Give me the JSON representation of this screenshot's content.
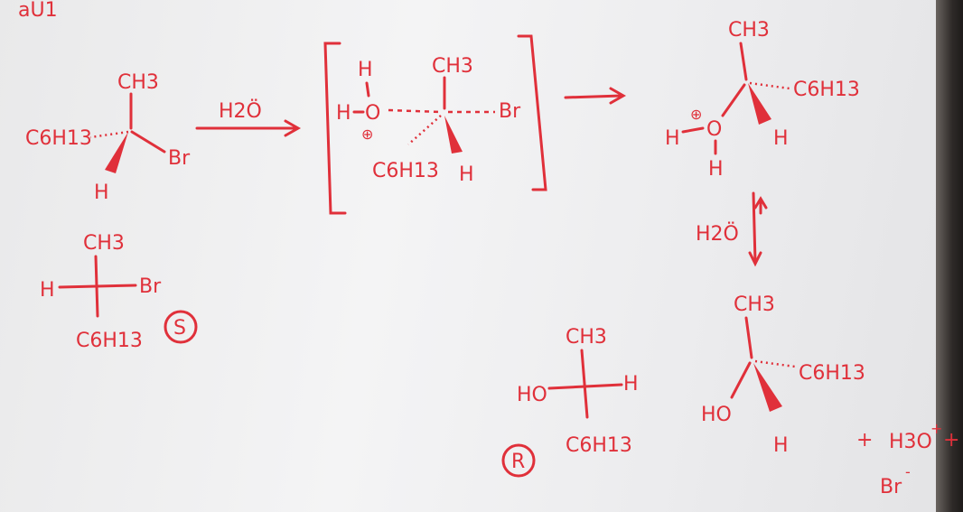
{
  "top_label": "aU1",
  "reactant": {
    "top": "CH3",
    "left": "C6H13",
    "right": "Br",
    "bottom": "H"
  },
  "reagent_arrow": {
    "label": "H2Ö"
  },
  "transition_state": {
    "top_h": "H",
    "left_h": "H",
    "oxygen": "O",
    "charge": "⊕",
    "top": "CH3",
    "right": "Br",
    "left_bottom": "C6H13",
    "bottom": "H"
  },
  "oxonium": {
    "top": "CH3",
    "right": "C6H13",
    "charge": "⊕",
    "oxygen": "O",
    "left_h": "H",
    "bottom_h": "H",
    "bottom": "H"
  },
  "equilibrium": {
    "label": "H2Ö"
  },
  "fischer_s": {
    "top": "CH3",
    "left": "H",
    "right": "Br",
    "bottom": "C6H13",
    "config": "S"
  },
  "fischer_r": {
    "top": "CH3",
    "left": "HO",
    "right": "H",
    "bottom": "C6H13",
    "config": "R"
  },
  "product": {
    "top": "CH3",
    "right": "C6H13",
    "left": "HO",
    "bottom": "H"
  },
  "byproducts": {
    "plus1": "+",
    "hydronium": "H3O",
    "hydronium_charge": "+",
    "plus2": "+",
    "bromide": "Br",
    "bromide_charge": "-"
  }
}
